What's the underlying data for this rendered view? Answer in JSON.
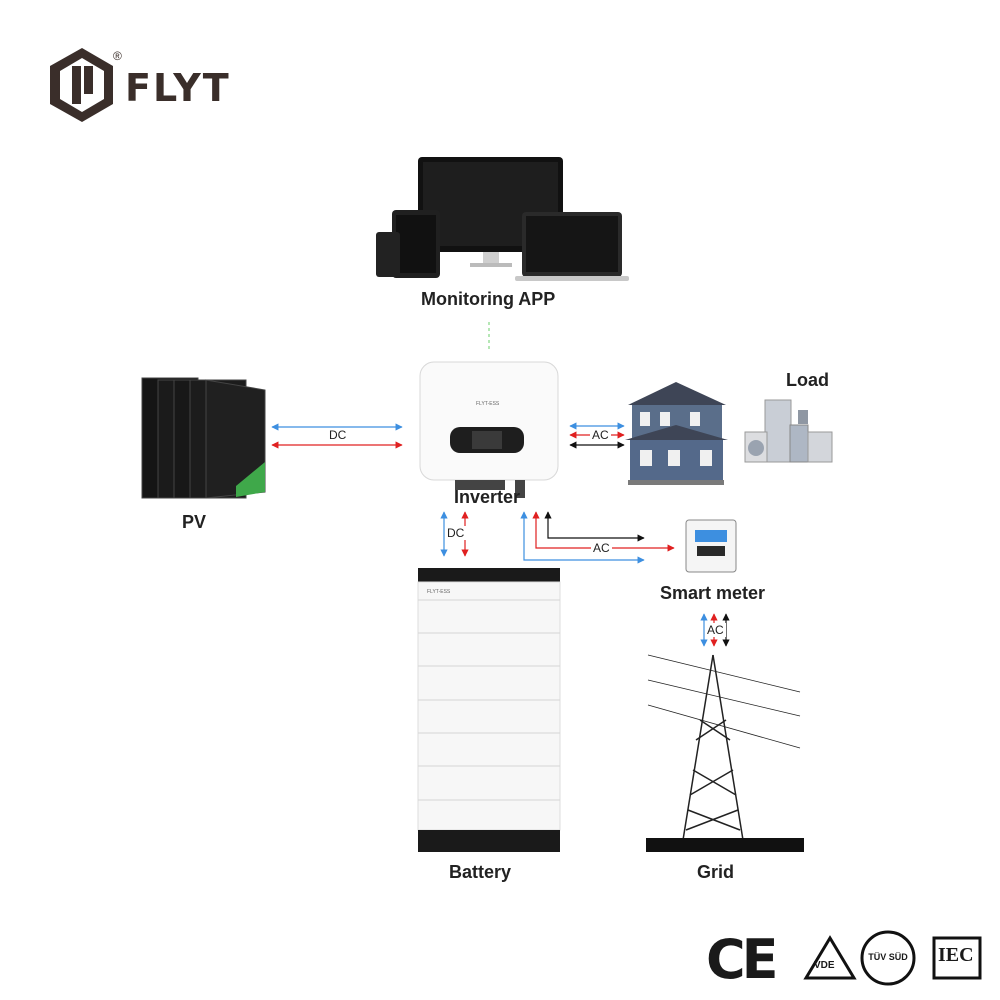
{
  "brand": {
    "name": "FLYT",
    "registered_mark": "®"
  },
  "nodes": {
    "monitoring": "Monitoring APP",
    "pv": "PV",
    "inverter": "Inverter",
    "load": "Load",
    "smart_meter": "Smart meter",
    "battery": "Battery",
    "grid": "Grid"
  },
  "connections": {
    "pv_inverter": "DC",
    "inverter_battery": "DC",
    "inverter_load": "AC",
    "inverter_meter": "AC",
    "meter_grid": "AC"
  },
  "device_marks": {
    "inverter": "FLYT-ESS",
    "battery": "FLYT-ESS"
  },
  "certifications": [
    "CE",
    "VDE",
    "TÜV SÜD",
    "IEC"
  ],
  "colors": {
    "blue_flow": "#3d8fe0",
    "red_flow": "#e02020",
    "black_flow": "#111111",
    "brand": "#3a2e2a"
  }
}
